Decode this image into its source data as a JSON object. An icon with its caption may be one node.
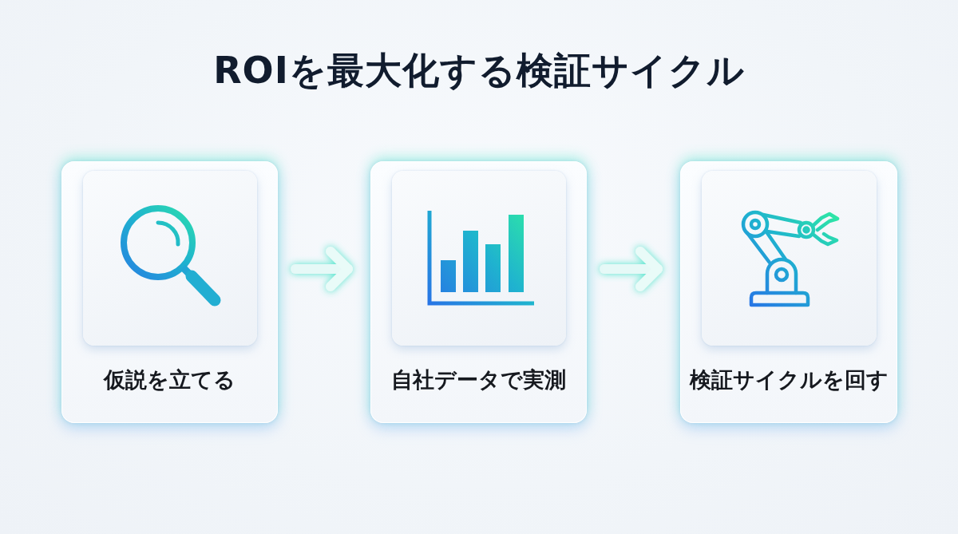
{
  "diagram": {
    "title": "ROIを最大化する検証サイクル",
    "nodes": [
      {
        "text": [
          "仮説を立てる"
        ]
      },
      {
        "text": [
          "自社データで実測"
        ]
      },
      {
        "text": [
          "検証サイクルを回す"
        ]
      }
    ],
    "edges": [
      {
        "from": 0,
        "to": 1,
        "arrow": "to"
      },
      {
        "from": 1,
        "to": 2,
        "arrow": "to"
      }
    ]
  }
}
